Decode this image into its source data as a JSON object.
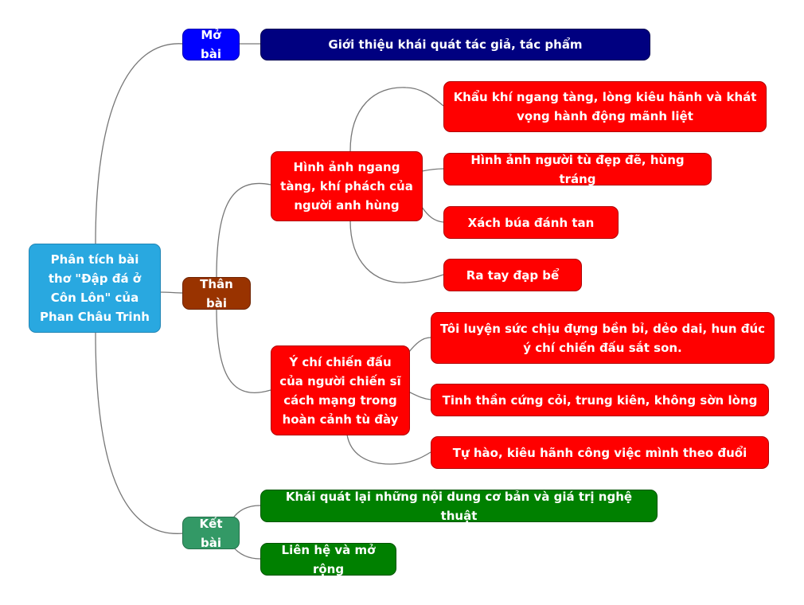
{
  "mindmap": {
    "root": "Phân tích bài thơ \"Đập đá ở Côn Lôn\" của Phan Châu Trinh",
    "mo_bai": {
      "label": "Mở bài",
      "items": [
        "Giới thiệu khái quát tác giả, tác phẩm"
      ]
    },
    "than_bai": {
      "label": "Thân bài",
      "branch1": {
        "label": "Hình ảnh ngang tàng, khí phách của người anh hùng",
        "items": [
          "Khẩu khí ngang tàng, lòng kiêu hãnh và khát vọng hành động mãnh liệt",
          "Hình ảnh người tù đẹp đẽ, hùng tráng",
          "Xách búa đánh tan",
          "Ra tay đạp bể"
        ]
      },
      "branch2": {
        "label": "Ý chí chiến đấu của người chiến sĩ cách mạng trong hoàn cảnh tù đày",
        "items": [
          "Tôi luyện sức chịu đựng bền bỉ, dẻo dai, hun đúc ý chí chiến đấu sắt son.",
          "Tinh thần cứng cỏi, trung kiên, không sờn lòng",
          "Tự hào, kiêu hãnh công việc mình theo đuổi"
        ]
      }
    },
    "ket_bai": {
      "label": "Kết bài",
      "items": [
        "Khái quát lại những nội dung cơ bản và giá trị nghệ thuật",
        "Liên hệ và mở rộng"
      ]
    }
  },
  "colors": {
    "root": "#29a8e0",
    "mo_bai": "#0000ff",
    "than_bai": "#993300",
    "ket_bai": "#339966",
    "mo_bai_leaf": "#000080",
    "than_bai_leaf": "#ff0000",
    "ket_bai_leaf": "#008000",
    "connector": "#777777"
  }
}
